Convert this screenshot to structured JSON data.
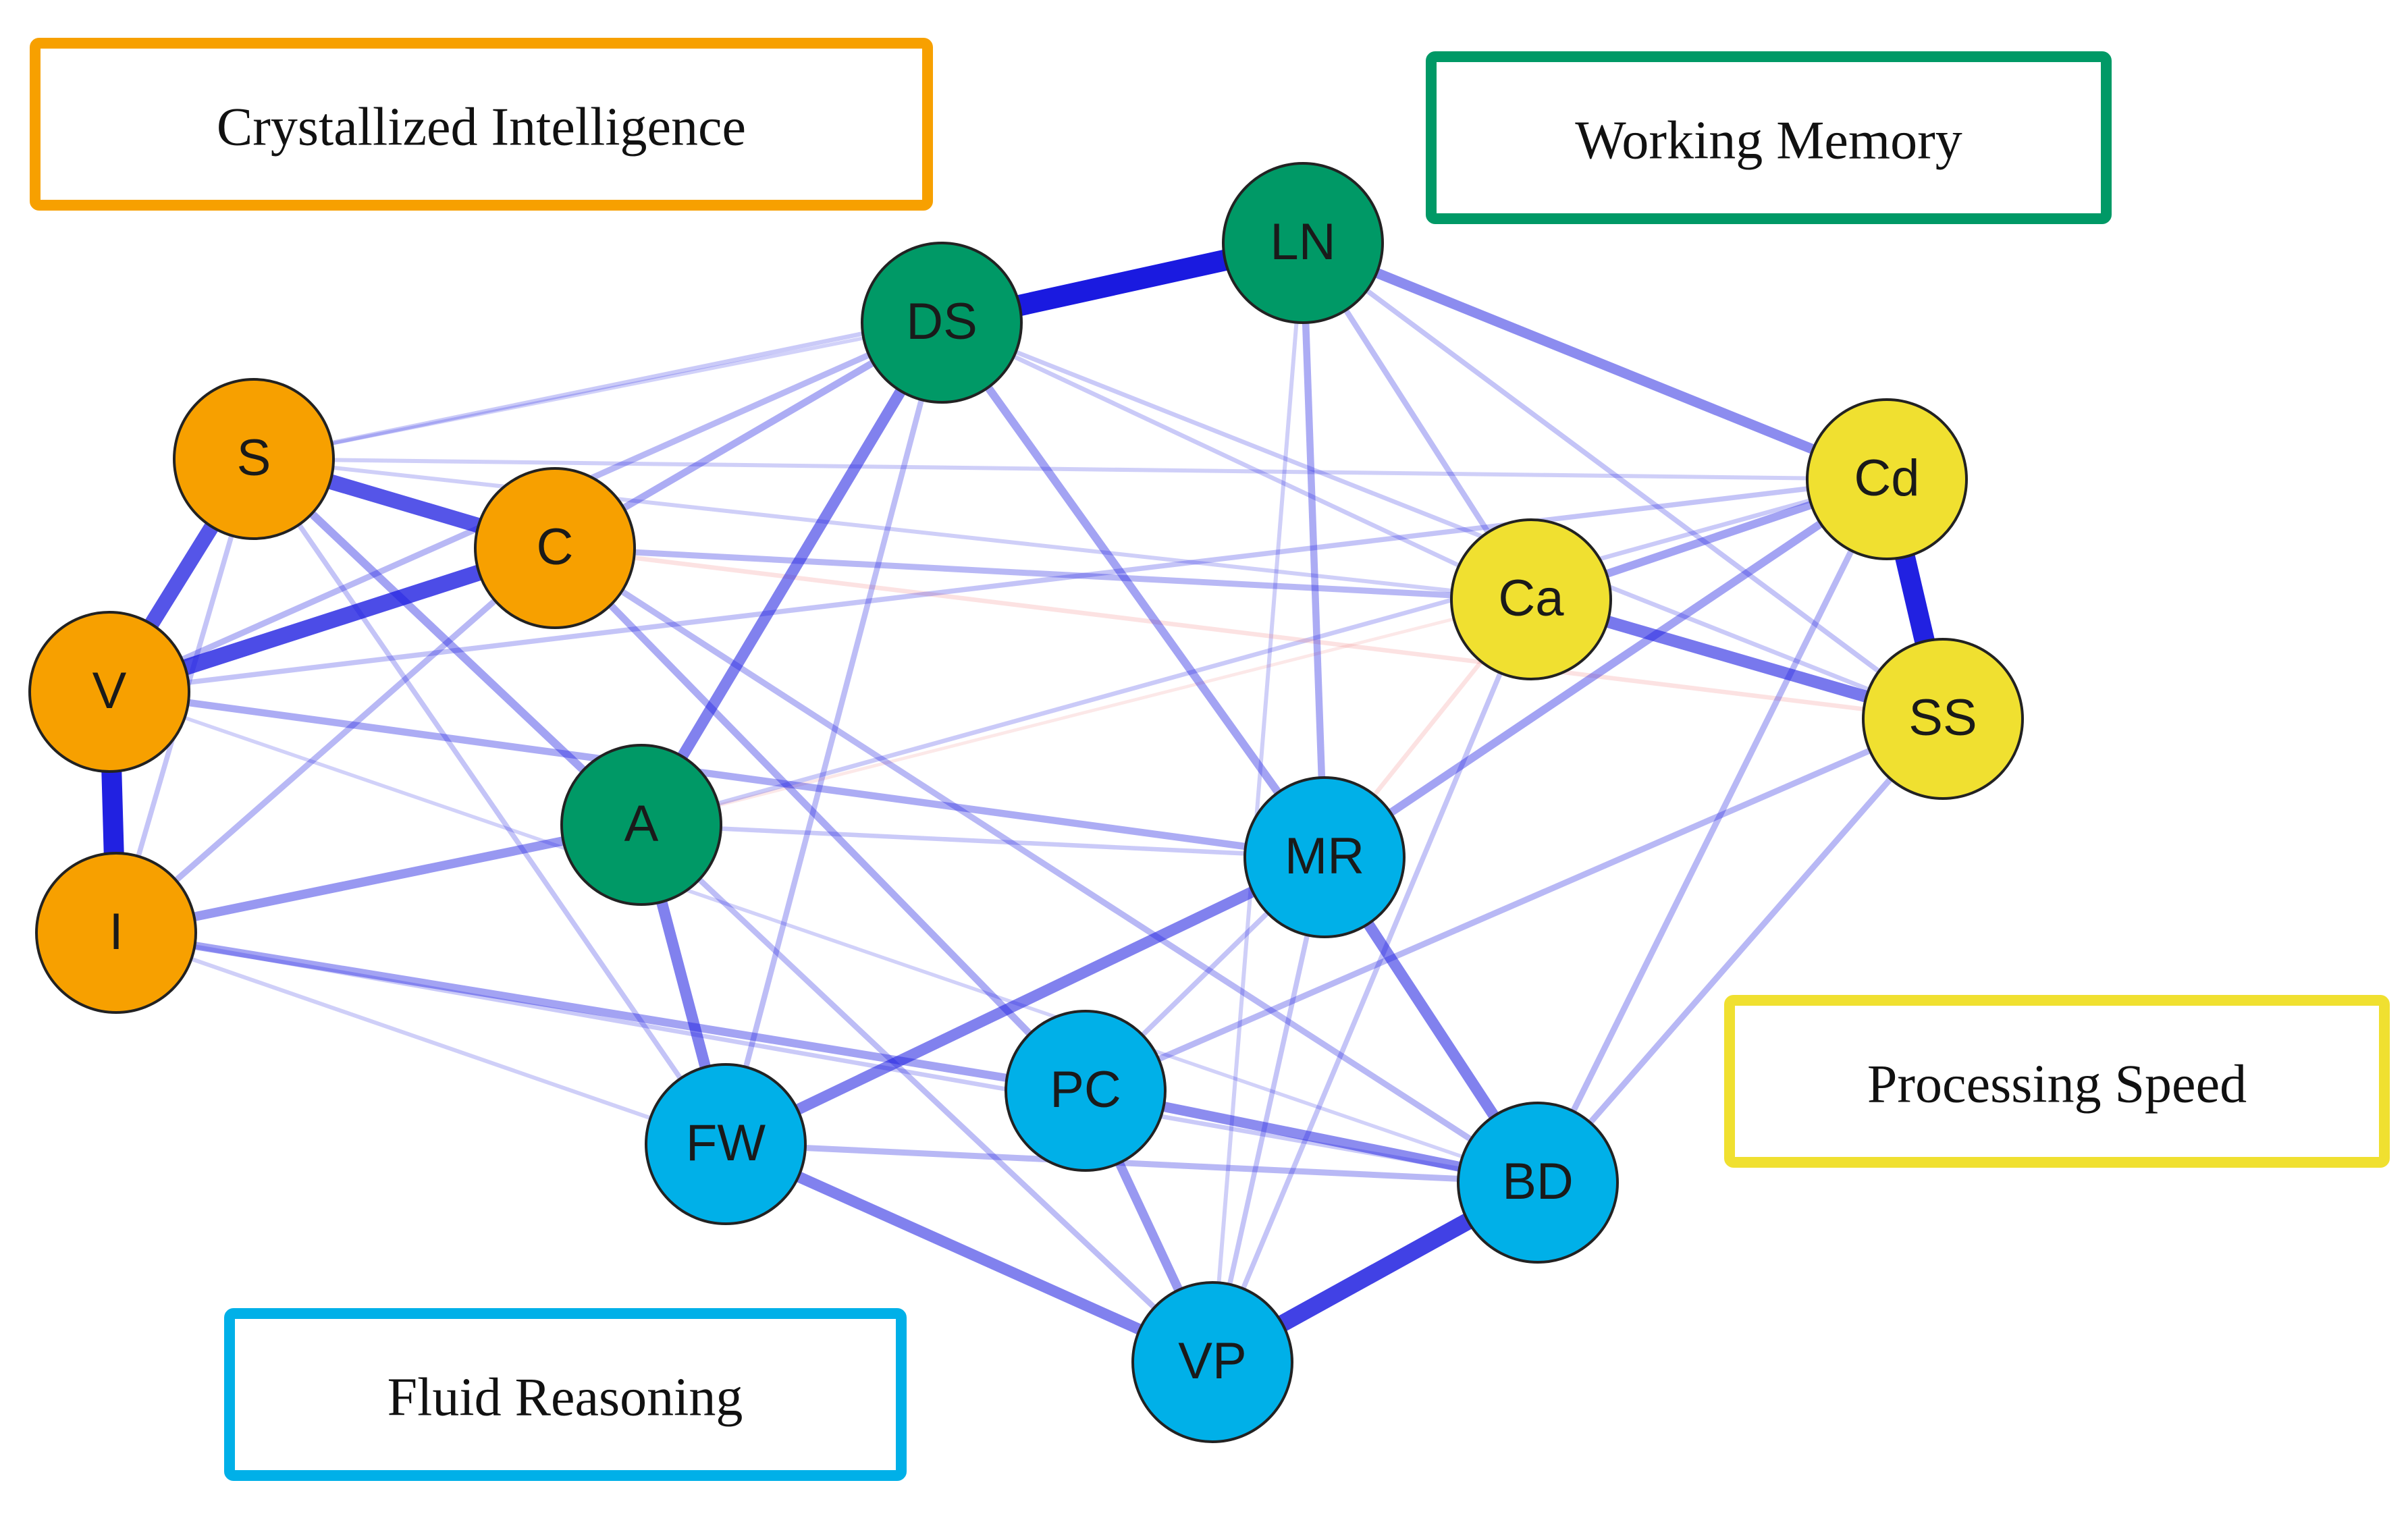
{
  "colors": {
    "crystallized": "#F7A000",
    "working_memory": "#009966",
    "processing_speed": "#F0E030",
    "fluid_reasoning": "#00B0E8",
    "positive_edge": "#1A1AE0",
    "negative_edge": "#F08080",
    "node_stroke": "#222222"
  },
  "legend": [
    {
      "id": "crystallized",
      "label": "Crystallized Intelligence",
      "color_key": "crystallized"
    },
    {
      "id": "working-memory",
      "label": "Working Memory",
      "color_key": "working_memory"
    },
    {
      "id": "processing-speed",
      "label": "Processing Speed",
      "color_key": "processing_speed"
    },
    {
      "id": "fluid-reasoning",
      "label": "Fluid Reasoning",
      "color_key": "fluid_reasoning"
    }
  ],
  "nodes": [
    {
      "id": "S",
      "label": "S",
      "group": "crystallized"
    },
    {
      "id": "C",
      "label": "C",
      "group": "crystallized"
    },
    {
      "id": "V",
      "label": "V",
      "group": "crystallized"
    },
    {
      "id": "I",
      "label": "I",
      "group": "crystallized"
    },
    {
      "id": "DS",
      "label": "DS",
      "group": "working_memory"
    },
    {
      "id": "LN",
      "label": "LN",
      "group": "working_memory"
    },
    {
      "id": "A",
      "label": "A",
      "group": "working_memory"
    },
    {
      "id": "Cd",
      "label": "Cd",
      "group": "processing_speed"
    },
    {
      "id": "Ca",
      "label": "Ca",
      "group": "processing_speed"
    },
    {
      "id": "SS",
      "label": "SS",
      "group": "processing_speed"
    },
    {
      "id": "MR",
      "label": "MR",
      "group": "fluid_reasoning"
    },
    {
      "id": "PC",
      "label": "PC",
      "group": "fluid_reasoning"
    },
    {
      "id": "FW",
      "label": "FW",
      "group": "fluid_reasoning"
    },
    {
      "id": "BD",
      "label": "BD",
      "group": "fluid_reasoning"
    },
    {
      "id": "VP",
      "label": "VP",
      "group": "fluid_reasoning"
    }
  ],
  "edges": [
    {
      "source": "DS",
      "target": "LN",
      "weight": 0.95,
      "sign": "positive"
    },
    {
      "source": "V",
      "target": "I",
      "weight": 0.9,
      "sign": "positive"
    },
    {
      "source": "Cd",
      "target": "SS",
      "weight": 0.9,
      "sign": "positive"
    },
    {
      "source": "BD",
      "target": "VP",
      "weight": 0.75,
      "sign": "positive"
    },
    {
      "source": "V",
      "target": "C",
      "weight": 0.7,
      "sign": "positive"
    },
    {
      "source": "S",
      "target": "V",
      "weight": 0.65,
      "sign": "positive"
    },
    {
      "source": "S",
      "target": "C",
      "weight": 0.65,
      "sign": "positive"
    },
    {
      "source": "Ca",
      "target": "SS",
      "weight": 0.5,
      "sign": "positive"
    },
    {
      "source": "A",
      "target": "DS",
      "weight": 0.45,
      "sign": "positive"
    },
    {
      "source": "A",
      "target": "FW",
      "weight": 0.45,
      "sign": "positive"
    },
    {
      "source": "MR",
      "target": "FW",
      "weight": 0.45,
      "sign": "positive"
    },
    {
      "source": "MR",
      "target": "BD",
      "weight": 0.45,
      "sign": "positive"
    },
    {
      "source": "FW",
      "target": "VP",
      "weight": 0.45,
      "sign": "positive"
    },
    {
      "source": "LN",
      "target": "Cd",
      "weight": 0.4,
      "sign": "positive"
    },
    {
      "source": "PC",
      "target": "BD",
      "weight": 0.4,
      "sign": "positive"
    },
    {
      "source": "PC",
      "target": "VP",
      "weight": 0.35,
      "sign": "positive"
    },
    {
      "source": "I",
      "target": "A",
      "weight": 0.35,
      "sign": "positive"
    },
    {
      "source": "I",
      "target": "PC",
      "weight": 0.3,
      "sign": "positive"
    },
    {
      "source": "S",
      "target": "A",
      "weight": 0.3,
      "sign": "positive"
    },
    {
      "source": "DS",
      "target": "MR",
      "weight": 0.3,
      "sign": "positive"
    },
    {
      "source": "MR",
      "target": "Cd",
      "weight": 0.3,
      "sign": "positive"
    },
    {
      "source": "Ca",
      "target": "Cd",
      "weight": 0.3,
      "sign": "positive"
    },
    {
      "source": "LN",
      "target": "MR",
      "weight": 0.25,
      "sign": "positive"
    },
    {
      "source": "C",
      "target": "PC",
      "weight": 0.25,
      "sign": "positive"
    },
    {
      "source": "V",
      "target": "MR",
      "weight": 0.25,
      "sign": "positive"
    },
    {
      "source": "C",
      "target": "DS",
      "weight": 0.25,
      "sign": "positive"
    },
    {
      "source": "C",
      "target": "Ca",
      "weight": 0.2,
      "sign": "positive"
    },
    {
      "source": "I",
      "target": "C",
      "weight": 0.2,
      "sign": "positive"
    },
    {
      "source": "V",
      "target": "DS",
      "weight": 0.2,
      "sign": "positive"
    },
    {
      "source": "FW",
      "target": "BD",
      "weight": 0.2,
      "sign": "positive"
    },
    {
      "source": "SS",
      "target": "PC",
      "weight": 0.2,
      "sign": "positive"
    },
    {
      "source": "SS",
      "target": "BD",
      "weight": 0.2,
      "sign": "positive"
    },
    {
      "source": "Cd",
      "target": "BD",
      "weight": 0.2,
      "sign": "positive"
    },
    {
      "source": "C",
      "target": "BD",
      "weight": 0.2,
      "sign": "positive"
    },
    {
      "source": "A",
      "target": "VP",
      "weight": 0.18,
      "sign": "positive"
    },
    {
      "source": "DS",
      "target": "FW",
      "weight": 0.18,
      "sign": "positive"
    },
    {
      "source": "LN",
      "target": "Ca",
      "weight": 0.18,
      "sign": "positive"
    },
    {
      "source": "S",
      "target": "LN",
      "weight": 0.12,
      "sign": "positive"
    },
    {
      "source": "V",
      "target": "Cd",
      "weight": 0.15,
      "sign": "positive"
    },
    {
      "source": "I",
      "target": "BD",
      "weight": 0.12,
      "sign": "positive"
    },
    {
      "source": "S",
      "target": "FW",
      "weight": 0.15,
      "sign": "positive"
    },
    {
      "source": "S",
      "target": "I",
      "weight": 0.15,
      "sign": "positive"
    },
    {
      "source": "Ca",
      "target": "VP",
      "weight": 0.15,
      "sign": "positive"
    },
    {
      "source": "MR",
      "target": "VP",
      "weight": 0.15,
      "sign": "positive"
    },
    {
      "source": "MR",
      "target": "PC",
      "weight": 0.15,
      "sign": "positive"
    },
    {
      "source": "LN",
      "target": "SS",
      "weight": 0.15,
      "sign": "positive"
    },
    {
      "source": "DS",
      "target": "SS",
      "weight": 0.12,
      "sign": "positive"
    },
    {
      "source": "A",
      "target": "Cd",
      "weight": 0.12,
      "sign": "positive"
    },
    {
      "source": "A",
      "target": "MR",
      "weight": 0.12,
      "sign": "positive"
    },
    {
      "source": "DS",
      "target": "Ca",
      "weight": 0.12,
      "sign": "positive"
    },
    {
      "source": "LN",
      "target": "VP",
      "weight": 0.1,
      "sign": "positive"
    },
    {
      "source": "I",
      "target": "FW",
      "weight": 0.1,
      "sign": "positive"
    },
    {
      "source": "S",
      "target": "Cd",
      "weight": 0.1,
      "sign": "positive"
    },
    {
      "source": "V",
      "target": "BD",
      "weight": 0.08,
      "sign": "positive"
    },
    {
      "source": "S",
      "target": "Ca",
      "weight": 0.1,
      "sign": "positive"
    },
    {
      "source": "S",
      "target": "DS",
      "weight": 0.08,
      "sign": "positive"
    },
    {
      "source": "C",
      "target": "SS",
      "weight": 0.12,
      "sign": "negative"
    },
    {
      "source": "Ca",
      "target": "MR",
      "weight": 0.12,
      "sign": "negative"
    },
    {
      "source": "A",
      "target": "Ca",
      "weight": 0.06,
      "sign": "negative"
    }
  ]
}
